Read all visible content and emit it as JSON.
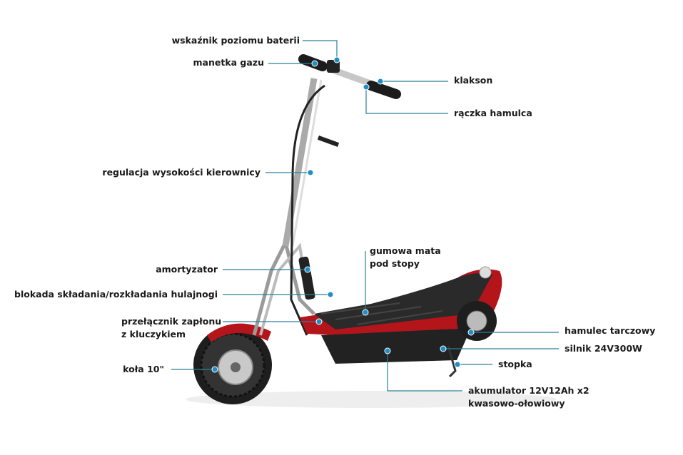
{
  "colors": {
    "leader_line": "#2a7f99",
    "dot": "#1e8fc6",
    "body_red": "#b3151b",
    "deck_black": "#2a2a2a"
  },
  "labels": {
    "battery_indicator": "wskaźnik poziomu baterii",
    "throttle": "manetka gazu",
    "horn": "klakson",
    "brake_lever": "rączka hamulca",
    "height_adjust": "regulacja wysokości kierownicy",
    "rubber_mat_1": "gumowa mata",
    "rubber_mat_2": "pod stopy",
    "shock_absorber": "amortyzator",
    "fold_lock": "blokada składania/rozkładania hulajnogi",
    "ignition_1": "przełącznik zapłonu",
    "ignition_2": "z kluczykiem",
    "wheels": "koła 10\"",
    "disc_brake": "hamulec tarczowy",
    "motor": "silnik 24V300W",
    "kickstand": "stopka",
    "battery_1": "akumulator 12V12Ah x2",
    "battery_2": "kwasowo-ołowiowy"
  }
}
